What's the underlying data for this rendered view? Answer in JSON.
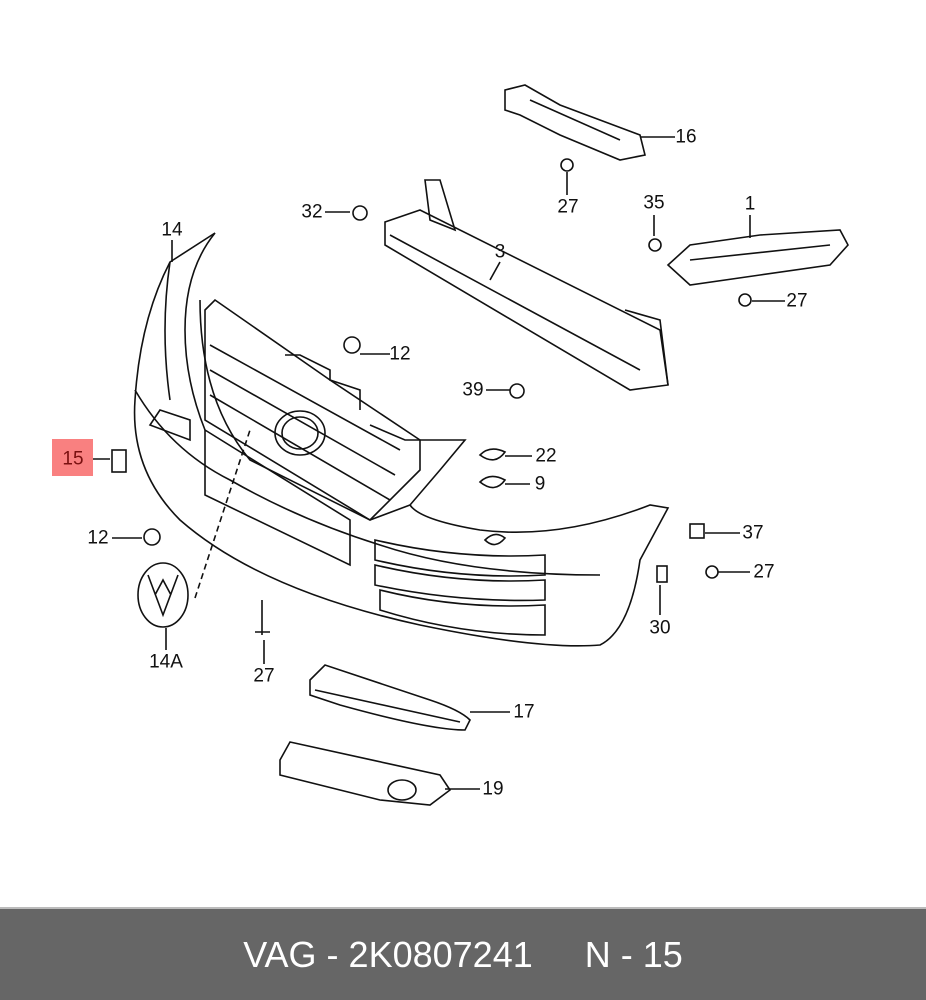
{
  "callouts": [
    {
      "id": "c16",
      "text": "16"
    },
    {
      "id": "c27a",
      "text": "27"
    },
    {
      "id": "c32",
      "text": "32"
    },
    {
      "id": "c3",
      "text": "3"
    },
    {
      "id": "c35",
      "text": "35"
    },
    {
      "id": "c1",
      "text": "1"
    },
    {
      "id": "c14",
      "text": "14"
    },
    {
      "id": "c27b",
      "text": "27"
    },
    {
      "id": "c12a",
      "text": "12"
    },
    {
      "id": "c39",
      "text": "39"
    },
    {
      "id": "c15",
      "text": "15",
      "highlighted": true
    },
    {
      "id": "c22",
      "text": "22"
    },
    {
      "id": "c9",
      "text": "9"
    },
    {
      "id": "c37",
      "text": "37"
    },
    {
      "id": "c12b",
      "text": "12"
    },
    {
      "id": "c27c",
      "text": "27"
    },
    {
      "id": "c30",
      "text": "30"
    },
    {
      "id": "c14A",
      "text": "14A"
    },
    {
      "id": "c27d",
      "text": "27"
    },
    {
      "id": "c17",
      "text": "17"
    },
    {
      "id": "c19",
      "text": "19"
    }
  ],
  "highlight_color": "#f98080",
  "footer": {
    "part": "VAG - 2K0807241",
    "position": "N - 15"
  }
}
